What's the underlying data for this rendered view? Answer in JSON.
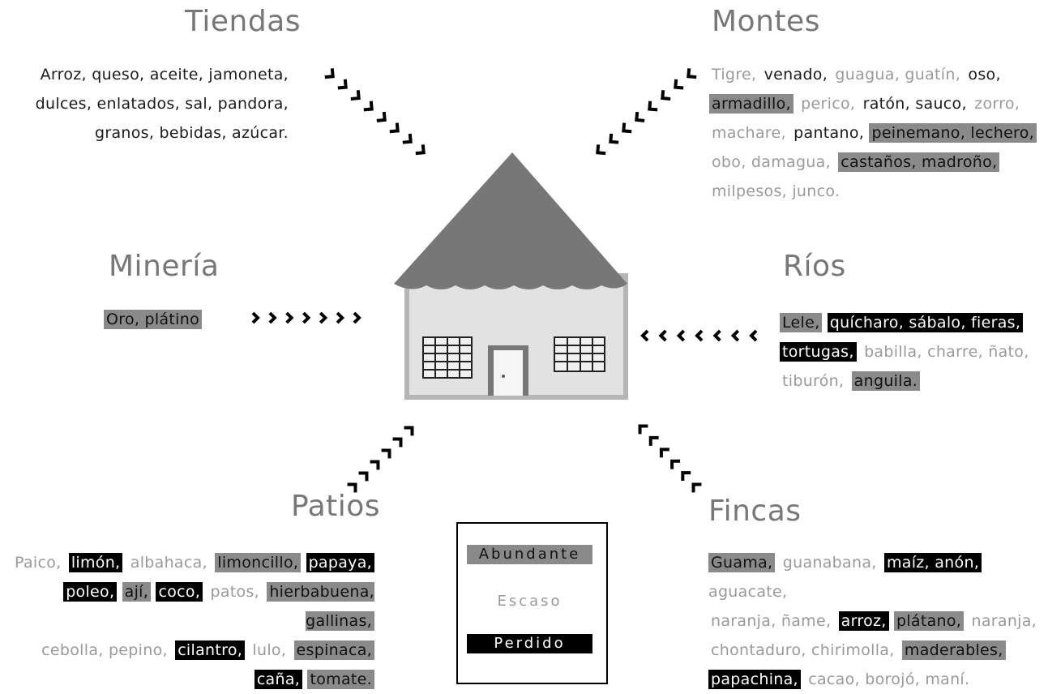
{
  "sections": {
    "tiendas": {
      "title": "Tiendas",
      "lines": [
        [
          [
            "Arroz, queso, aceite, jamoneta,",
            "plain"
          ]
        ],
        [
          [
            "dulces, enlatados, sal, pandora,",
            "plain"
          ]
        ],
        [
          [
            "granos, bebidas, azúcar.",
            "plain"
          ]
        ]
      ]
    },
    "montes": {
      "title": "Montes",
      "lines": [
        [
          [
            "Tigre, ",
            "escaso"
          ],
          [
            "venado,",
            "plain"
          ],
          [
            " guagua, guatín, ",
            "escaso"
          ],
          [
            "oso,",
            "plain"
          ]
        ],
        [
          [
            "armadillo,",
            "abundante"
          ],
          [
            " perico, ",
            "escaso"
          ],
          [
            "ratón, sauco,",
            "plain"
          ],
          [
            " zorro,",
            "escaso"
          ]
        ],
        [
          [
            "machare, ",
            "escaso"
          ],
          [
            "pantano,",
            "plain"
          ],
          [
            " ",
            "plain"
          ],
          [
            "peinemano, lechero,",
            "abundante"
          ]
        ],
        [
          [
            "obo, damagua, ",
            "escaso"
          ],
          [
            "castaños, madroño,",
            "abundante"
          ]
        ],
        [
          [
            "milpesos, junco.",
            "escaso"
          ]
        ]
      ]
    },
    "mineria": {
      "title": "Minería",
      "lines": [
        [
          [
            "Oro, plátino",
            "abundante"
          ]
        ]
      ]
    },
    "rios": {
      "title": "Ríos",
      "lines": [
        [
          [
            "Lele,",
            "abundante"
          ],
          [
            " ",
            "plain"
          ],
          [
            "quícharo, sábalo, fieras,",
            "perdido"
          ]
        ],
        [
          [
            "tortugas,",
            "perdido"
          ],
          [
            " babilla, charre, ñato,",
            "escaso"
          ]
        ],
        [
          [
            "tiburón, ",
            "escaso"
          ],
          [
            "anguila.",
            "abundante"
          ]
        ]
      ]
    },
    "patios": {
      "title": "Patios",
      "lines": [
        [
          [
            "Paico, ",
            "escaso"
          ],
          [
            "limón,",
            "perdido"
          ],
          [
            " albahaca, ",
            "escaso"
          ],
          [
            "limoncillo,",
            "abundante"
          ],
          [
            " ",
            "plain"
          ],
          [
            "papaya,",
            "perdido"
          ]
        ],
        [
          [
            "poleo,",
            "perdido"
          ],
          [
            " ",
            "plain"
          ],
          [
            "ají,",
            "abundante"
          ],
          [
            " ",
            "plain"
          ],
          [
            "coco,",
            "perdido"
          ],
          [
            " patos, ",
            "escaso"
          ],
          [
            "hierbabuena, gallinas,",
            "abundante"
          ]
        ],
        [
          [
            "cebolla, pepino, ",
            "escaso"
          ],
          [
            "cilantro,",
            "perdido"
          ],
          [
            " lulo, ",
            "escaso"
          ],
          [
            "espinaca,",
            "abundante"
          ]
        ],
        [
          [
            "caña,",
            "perdido"
          ],
          [
            " ",
            "plain"
          ],
          [
            "tomate.",
            "abundante"
          ]
        ]
      ]
    },
    "fincas": {
      "title": "Fincas",
      "lines": [
        [
          [
            "Guama,",
            "abundante"
          ],
          [
            " guanabana, ",
            "escaso"
          ],
          [
            "maíz, anón,",
            "perdido"
          ],
          [
            " aguacate,",
            "escaso"
          ]
        ],
        [
          [
            "naranja, ñame, ",
            "escaso"
          ],
          [
            "arroz,",
            "perdido"
          ],
          [
            " ",
            "plain"
          ],
          [
            "plátano,",
            "abundante"
          ],
          [
            " naranja,",
            "escaso"
          ]
        ],
        [
          [
            "chontaduro, chirimolla, ",
            "escaso"
          ],
          [
            "maderables,",
            "abundante"
          ]
        ],
        [
          [
            "papachina,",
            "perdido"
          ],
          [
            " cacao, borojó, maní.",
            "escaso"
          ]
        ]
      ]
    }
  },
  "legend": {
    "abundante": "Abundante",
    "escaso": "Escaso",
    "perdido": "Perdido"
  },
  "colors": {
    "abundante": "#8a8a8a",
    "escaso": "#9a9a9a",
    "perdido": "#000000",
    "house_roof": "#777777",
    "house_wall": "#e2e2e2"
  }
}
